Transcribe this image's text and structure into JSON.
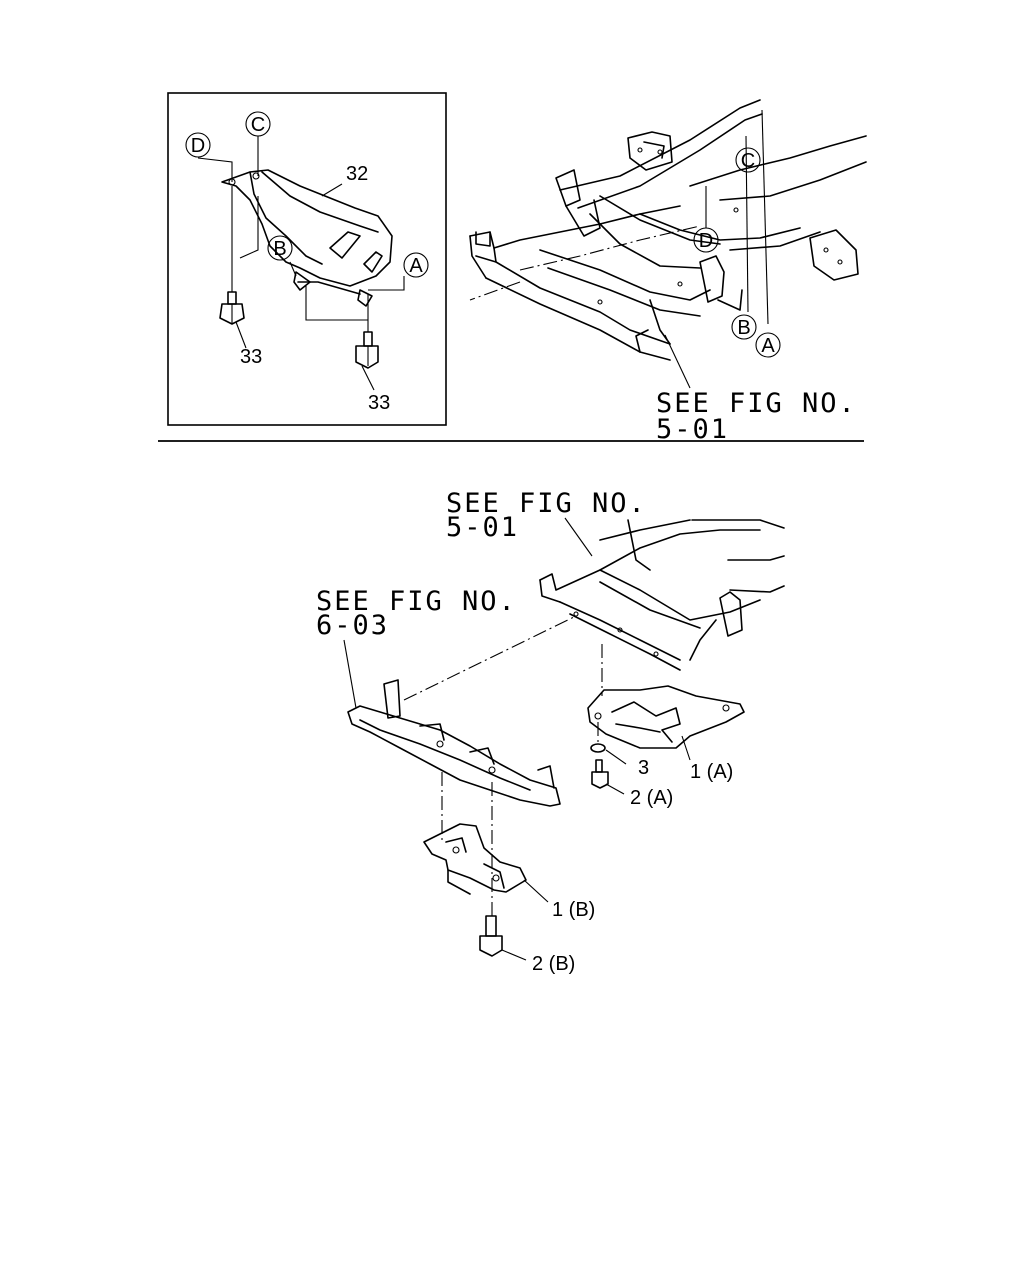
{
  "callouts": {
    "a": "A",
    "b": "B",
    "c": "C",
    "d": "D"
  },
  "inset_parts": {
    "shield": "32",
    "bolt_left": "33",
    "bolt_right": "33"
  },
  "refs": {
    "top_right": {
      "line1": "SEE FIG NO.",
      "line2": "5-01"
    },
    "bottom_frame": {
      "line1": "SEE FIG NO.",
      "line2": "5-01"
    },
    "bottom_crossmember": {
      "line1": "SEE FIG NO.",
      "line2": "6-03"
    }
  },
  "bottom_parts": {
    "shield_a": "1 (A)",
    "bolt_a": "2 (A)",
    "washer": "3",
    "bracket_b": "1 (B)",
    "bolt_b": "2 (B)"
  }
}
